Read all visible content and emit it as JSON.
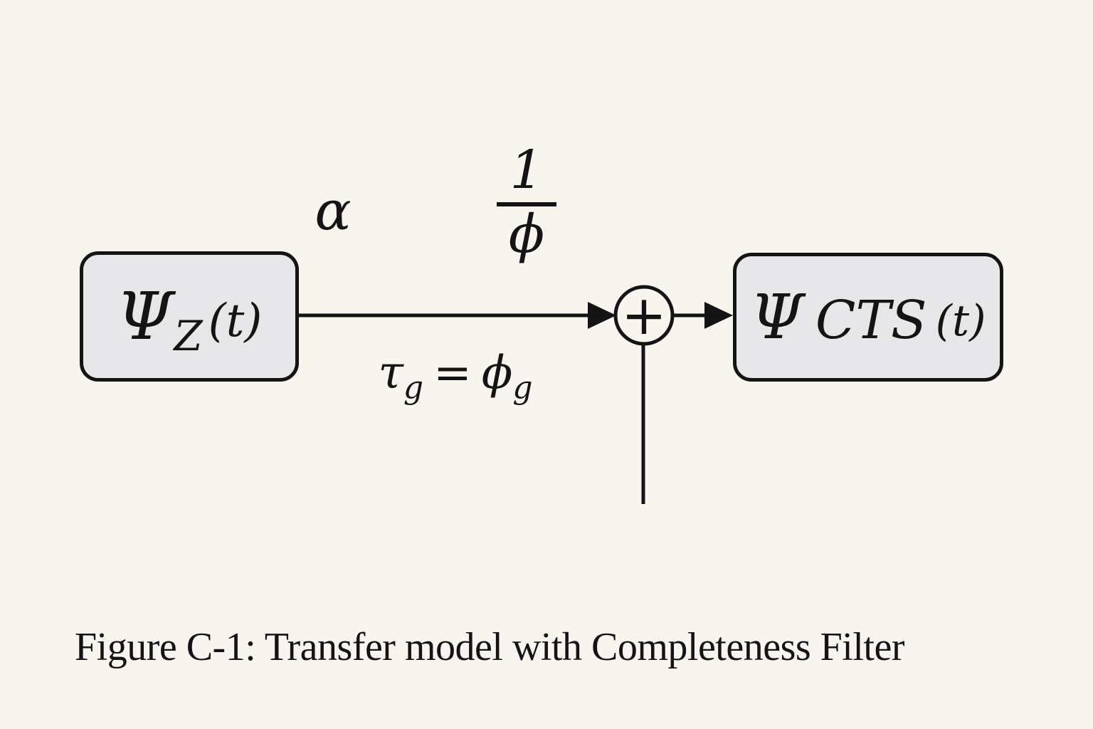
{
  "figure": {
    "caption": "Figure C-1: Transfer model with Completeness Filter"
  },
  "diagram": {
    "source_box": {
      "psi": "Ψ",
      "subscript": "Z",
      "arg": "(t)"
    },
    "output_box": {
      "psi": "Ψ",
      "name": "CTS",
      "arg": "(t)"
    },
    "sum_node": {
      "operator": "+"
    },
    "labels": {
      "gain": "α",
      "fraction": {
        "numerator": "1",
        "denominator": "ϕ"
      },
      "delay": {
        "lhs": "τ",
        "lhs_sub": "g",
        "equals": "=",
        "rhs": "ϕ",
        "rhs_sub": "g"
      }
    },
    "colors": {
      "background": "#f7f5ee",
      "box_fill": "#e7e7ea",
      "stroke": "#141414"
    }
  }
}
